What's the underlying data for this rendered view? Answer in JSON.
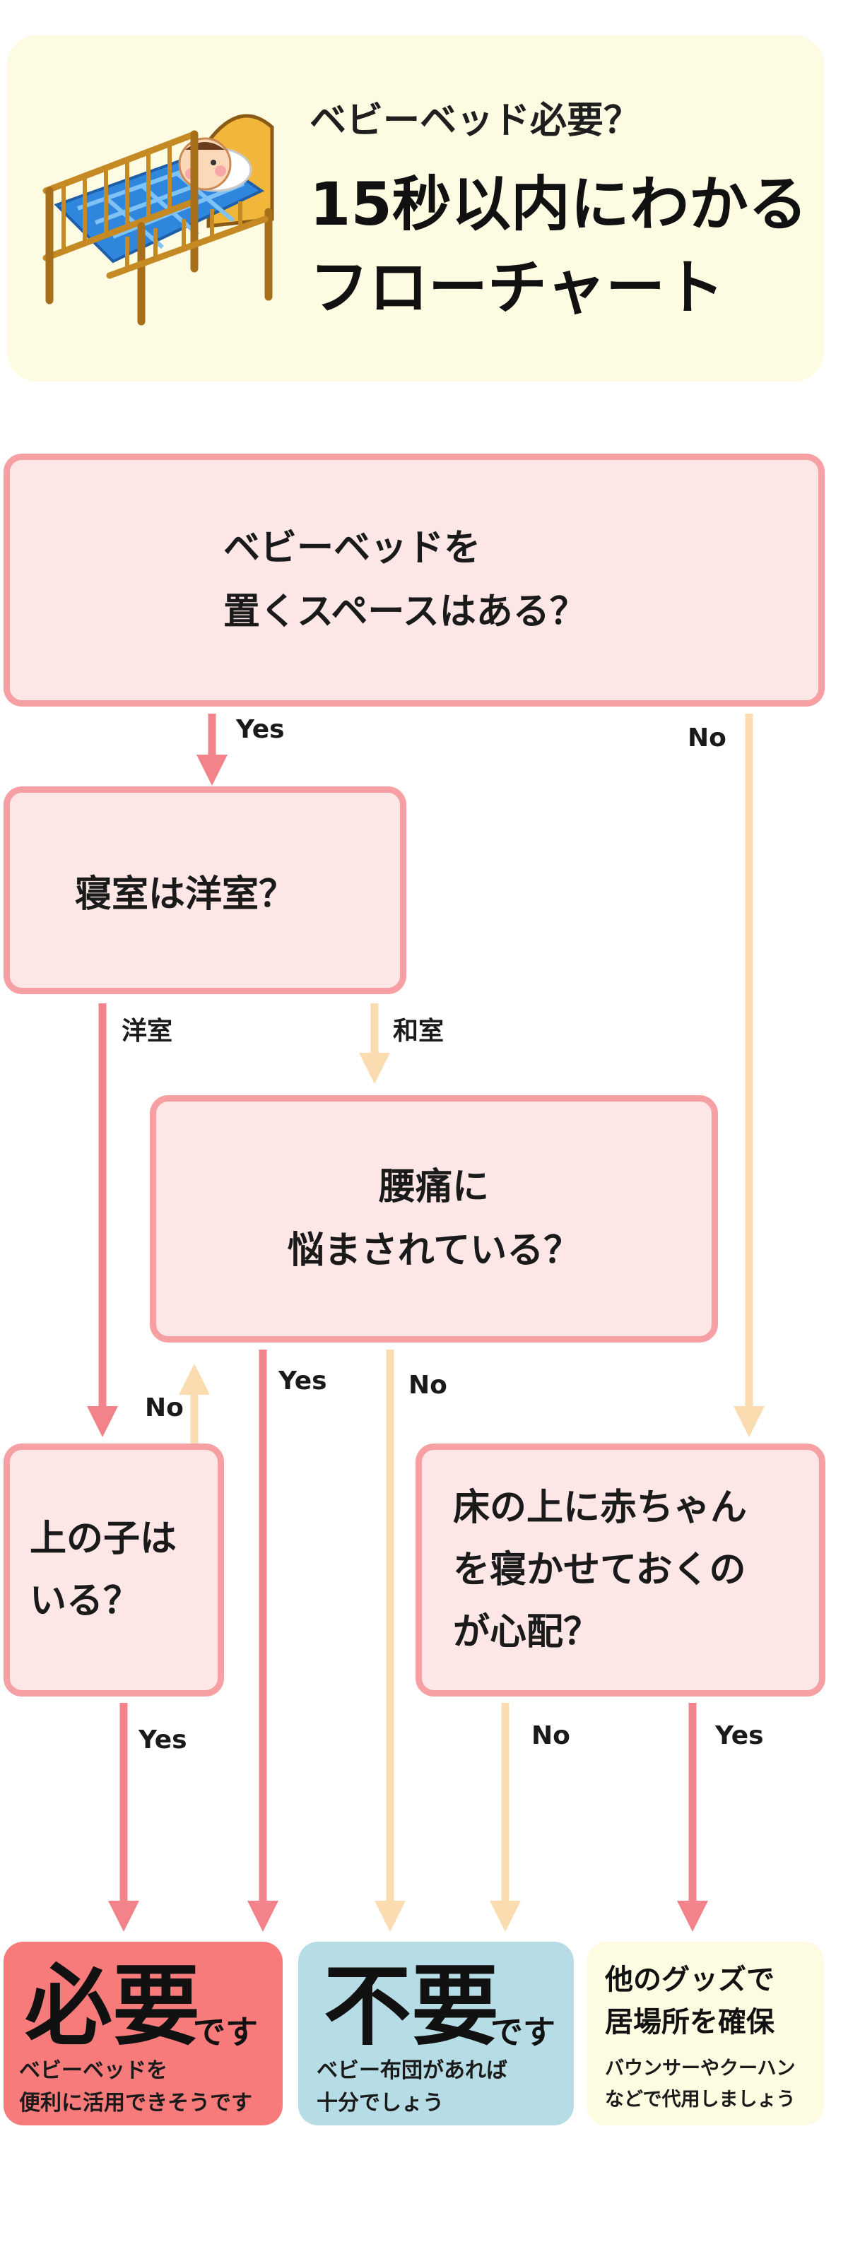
{
  "header": {
    "subtitle": "ベビーベッド必要？",
    "title_line1": "15秒以内にわかる",
    "title_line2": "フローチャート"
  },
  "nodes": {
    "space": {
      "line1": "ベビーベッドを",
      "line2": "置くスペースはある？"
    },
    "bedroom": {
      "text": "寝室は洋室？"
    },
    "backpain": {
      "line1": "腰痛に",
      "line2": "悩まされている？"
    },
    "sibling": {
      "line1": "上の子は",
      "line2": "いる？"
    },
    "floor": {
      "line1": "床の上に赤ちゃん",
      "line2": "を寝かせておくの",
      "line3": "が心配？"
    }
  },
  "edges": {
    "space_yes": "Yes",
    "space_no": "No",
    "bedroom_western": "洋室",
    "bedroom_japanese": "和室",
    "backpain_yes": "Yes",
    "backpain_no": "No",
    "sibling_no": "No",
    "sibling_yes": "Yes",
    "floor_no": "No",
    "floor_yes": "Yes"
  },
  "results": {
    "needed": {
      "big": "必要",
      "suffix": "です",
      "note1": "ベビーベッドを",
      "note2": "便利に活用できそうです"
    },
    "unneeded": {
      "big": "不要",
      "suffix": "です",
      "note1": "ベビー布団があれば",
      "note2": "十分でしょう"
    },
    "other": {
      "line1": "他のグッズで",
      "line2": "居場所を確保",
      "note1": "バウンサーやクーハン",
      "note2": "などで代用しましょう"
    }
  },
  "colors": {
    "box_fill": "#fde6e6",
    "box_border": "#f7a0a3",
    "arrow_red": "#f2838a",
    "arrow_cream": "#fbdcb0",
    "needed_bg": "#f77b7b",
    "unneeded_bg": "#b6dde6",
    "other_bg": "#fdfbe2",
    "header_bg": "#fdfbe2"
  },
  "icons": [
    "baby-bed-illustration"
  ]
}
